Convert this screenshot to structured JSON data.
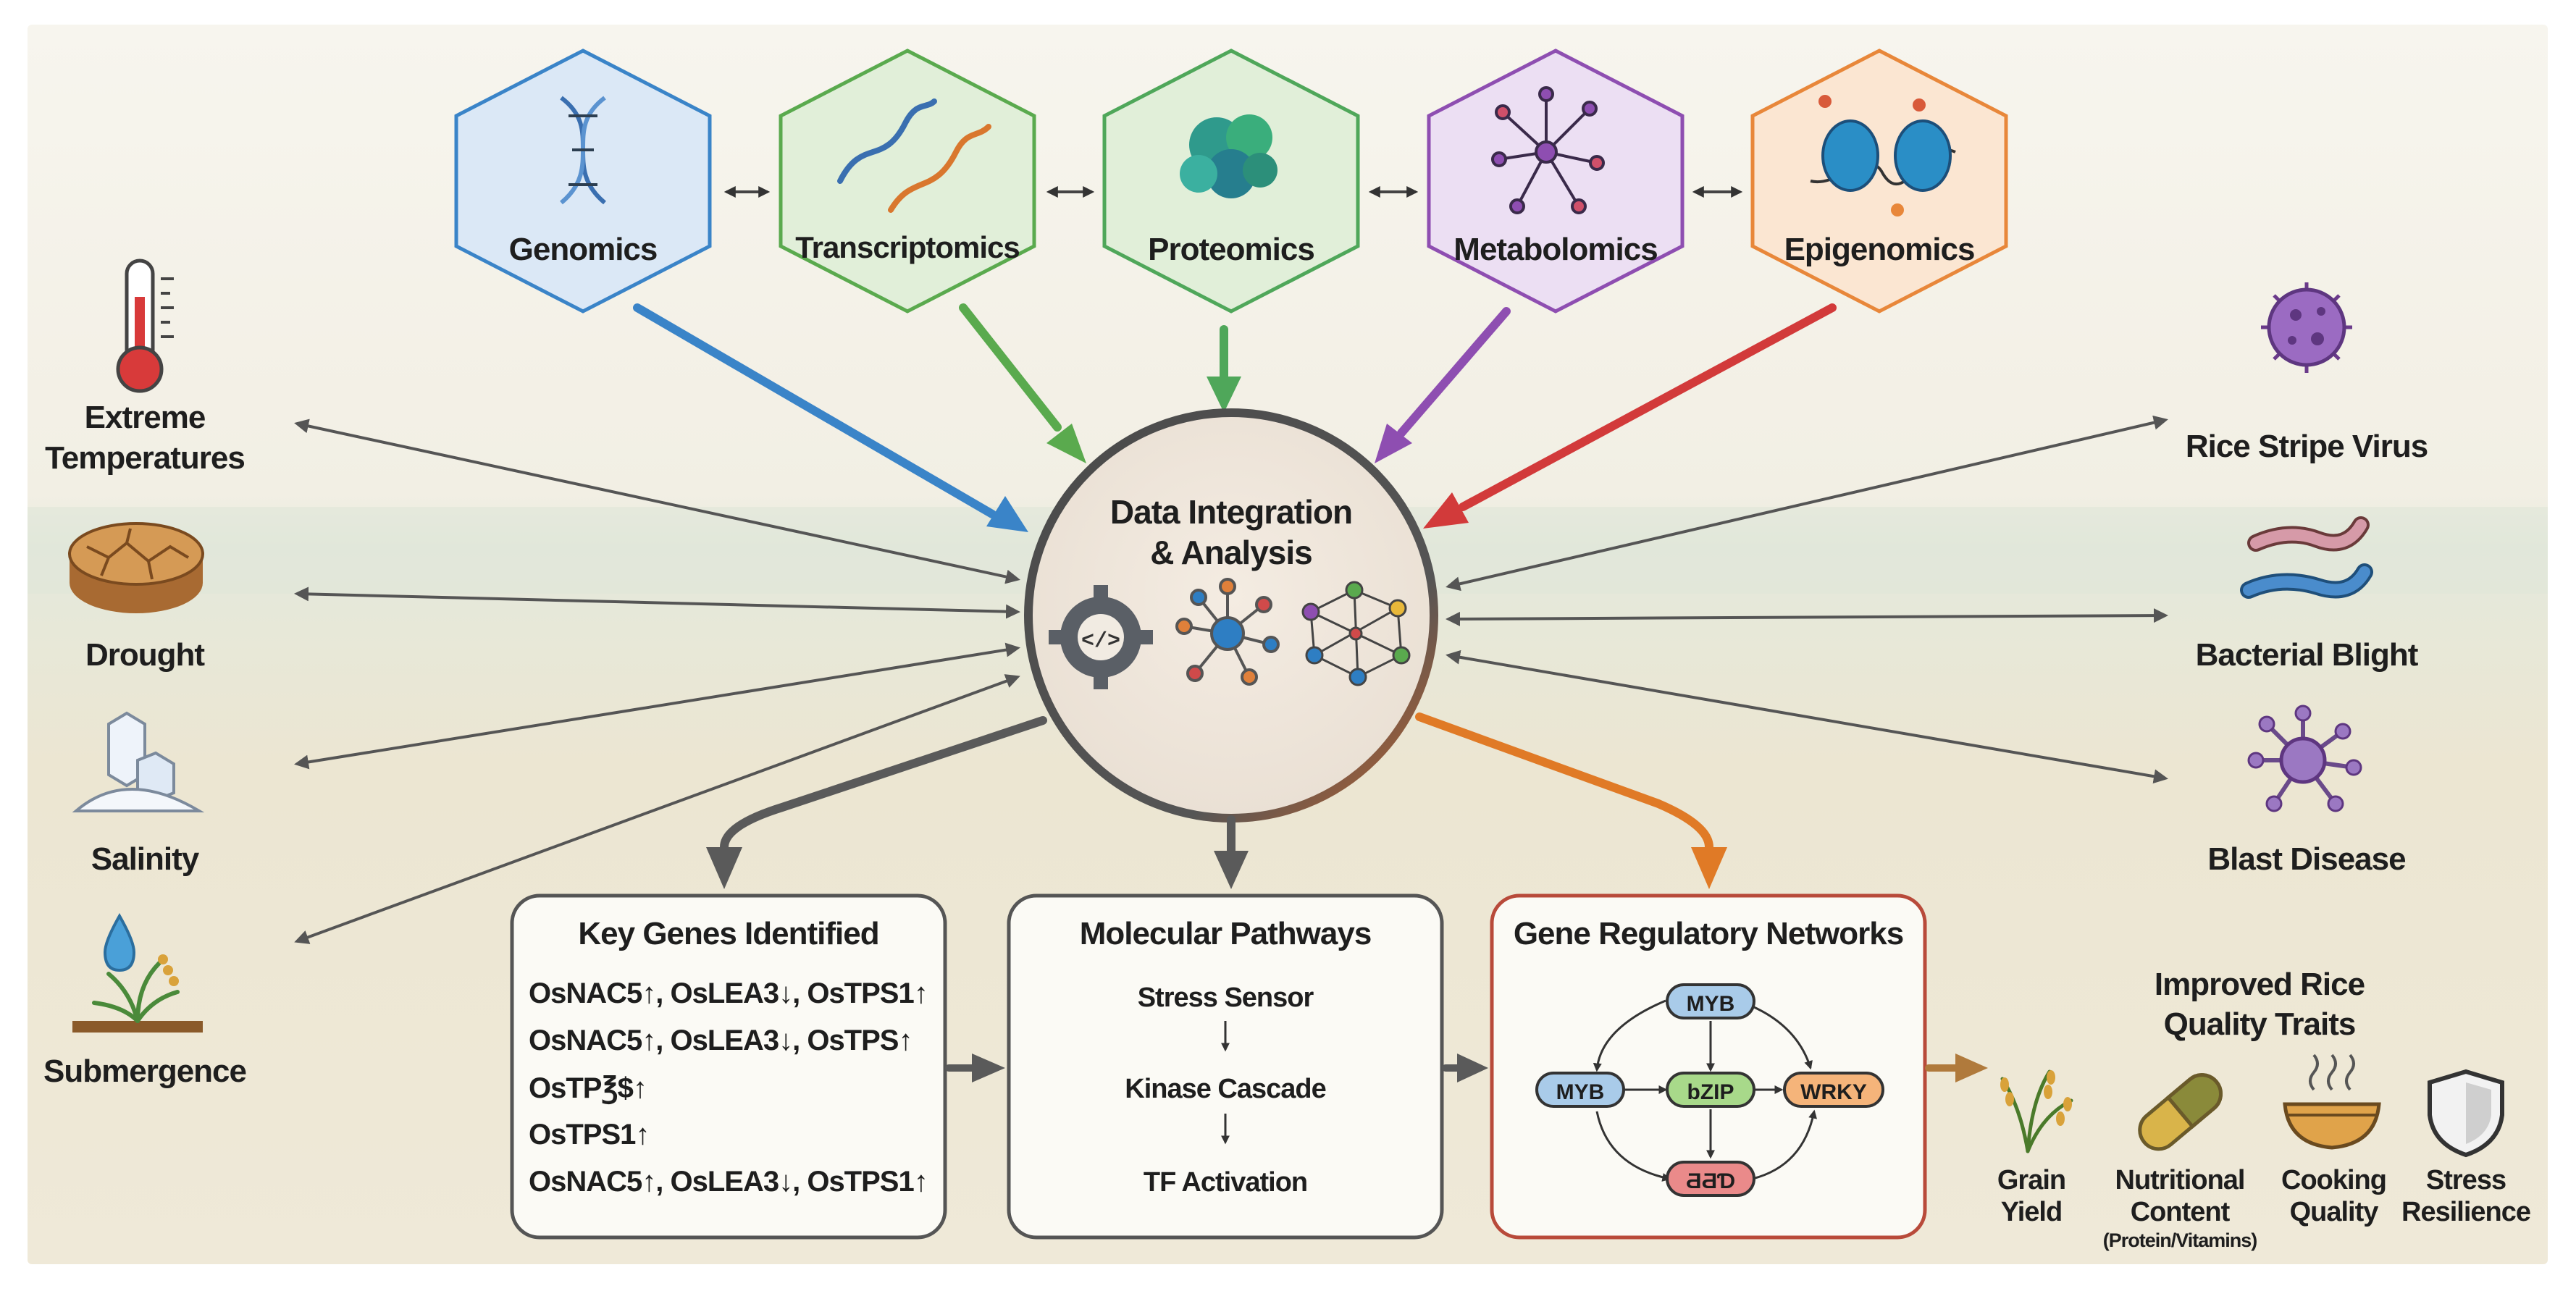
{
  "colors": {
    "genomics": "#3a84c8",
    "transcriptomics": "#5aaa4e",
    "proteomics": "#4fa75a",
    "metabolomics": "#8e4eb1",
    "epigenomics": "#e8873a",
    "hub_arrow_red": "#d23a3a",
    "grn_border": "#b84a3a",
    "gray_arrow": "#5a5a5a",
    "orange_arrow": "#e07a26",
    "brown_arrow": "#b07a3c"
  },
  "omics": [
    {
      "label": "Genomics",
      "icon": "dna-icon"
    },
    {
      "label": "Transcriptomics",
      "icon": "rna-strand-icon"
    },
    {
      "label": "Proteomics",
      "icon": "protein-icon"
    },
    {
      "label": "Metabolomics",
      "icon": "metabolite-network-icon"
    },
    {
      "label": "Epigenomics",
      "icon": "nucleosome-icon"
    }
  ],
  "hub": {
    "title_line1": "Data Integration",
    "title_line2": "& Analysis",
    "icons": [
      "gear-code-icon",
      "node-network-icon",
      "mesh-network-icon"
    ]
  },
  "abiotic": [
    {
      "label_line1": "Extreme",
      "label_line2": "Temperatures",
      "icon": "thermometer-icon"
    },
    {
      "label_line1": "Drought",
      "label_line2": "",
      "icon": "cracked-soil-icon"
    },
    {
      "label_line1": "Salinity",
      "label_line2": "",
      "icon": "salt-crystal-icon"
    },
    {
      "label_line1": "Submergence",
      "label_line2": "",
      "icon": "water-drop-plant-icon"
    }
  ],
  "biotic": [
    {
      "label": "Rice Stripe Virus",
      "icon": "virus-icon"
    },
    {
      "label": "Bacterial Blight",
      "icon": "bacteria-icon"
    },
    {
      "label": "Blast Disease",
      "icon": "fungus-icon"
    }
  ],
  "genes_box": {
    "title": "Key Genes Identified",
    "lines": [
      "OsNAC5↑, OsLEA3↓, OsTPS1↑",
      "OsNAC5↑, OsLEA3↓, OsTPS↑",
      "OsTP℥$↑",
      "OsTPS1↑",
      "OsNAC5↑, OsLEA3↓, OsTPS1↑"
    ]
  },
  "pathways_box": {
    "title": "Molecular Pathways",
    "steps": [
      "Stress Sensor",
      "Kinase Cascade",
      "TF Activation"
    ]
  },
  "grn_box": {
    "title": "Gene Regulatory Networks",
    "nodes": {
      "top": "MYB",
      "left": "MYB",
      "center": "bZIP",
      "right": "WRKY",
      "bottom": "ƋƋƊ"
    }
  },
  "traits": {
    "title_line1": "Improved Rice",
    "title_line2": "Quality Traits",
    "items": [
      {
        "line1": "Grain",
        "line2": "Yield",
        "line3": "",
        "icon": "rice-grain-icon"
      },
      {
        "line1": "Nutritional",
        "line2": "Content",
        "line3": "(Protein/Vitamins)",
        "icon": "capsule-icon"
      },
      {
        "line1": "Cooking",
        "line2": "Quality",
        "line3": "",
        "icon": "steaming-bowl-icon"
      },
      {
        "line1": "Stress",
        "line2": "Resilience",
        "line3": "",
        "icon": "shield-icon"
      }
    ]
  }
}
